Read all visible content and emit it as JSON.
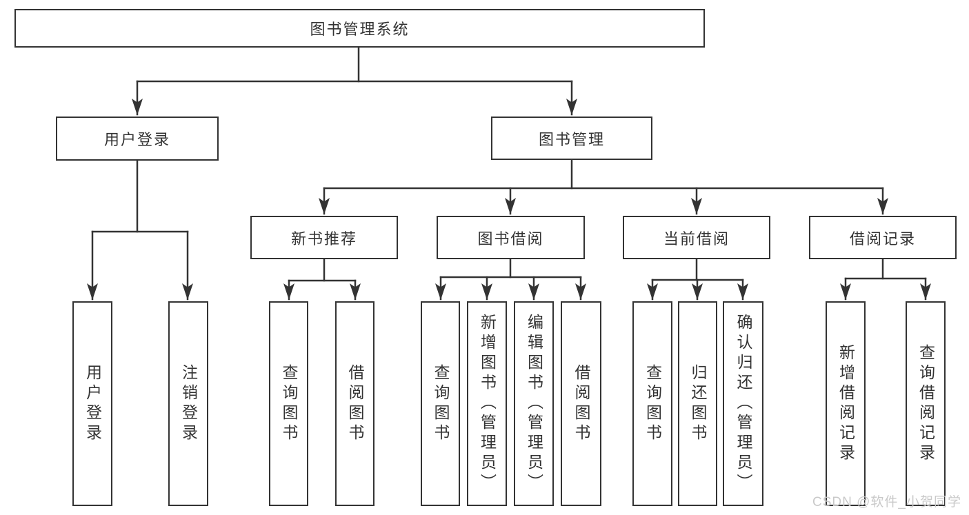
{
  "tree": {
    "label": "图书管理系统",
    "children": [
      {
        "label": "用户登录",
        "children": [
          {
            "label": "用户登录"
          },
          {
            "label": "注销登录"
          }
        ]
      },
      {
        "label": "图书管理",
        "children": [
          {
            "label": "新书推荐",
            "children": [
              {
                "label": "查询图书"
              },
              {
                "label": "借阅图书"
              }
            ]
          },
          {
            "label": "图书借阅",
            "children": [
              {
                "label": "查询图书"
              },
              {
                "label": "新增图书（管理员）"
              },
              {
                "label": "编辑图书（管理员）"
              },
              {
                "label": "借阅图书"
              }
            ]
          },
          {
            "label": "当前借阅",
            "children": [
              {
                "label": "查询图书"
              },
              {
                "label": "归还图书"
              },
              {
                "label": "确认归还（管理员）"
              }
            ]
          },
          {
            "label": "借阅记录",
            "children": [
              {
                "label": "新增借阅记录"
              },
              {
                "label": "查询借阅记录"
              }
            ]
          }
        ]
      }
    ]
  },
  "watermark": {
    "text": "CSDN @软件_小贺同学"
  },
  "colors": {
    "line": "#333333",
    "node_border": "#333333",
    "node_text": "#333333",
    "watermark": "#c9c9c9",
    "background": "#ffffff"
  }
}
